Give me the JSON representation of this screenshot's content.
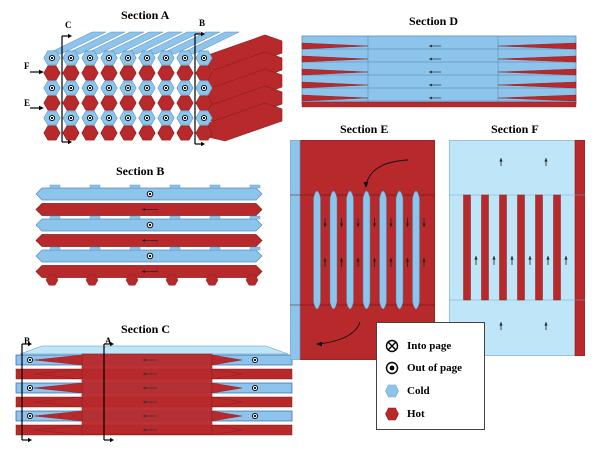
{
  "titles": {
    "a": "Section A",
    "b": "Section B",
    "c": "Section C",
    "d": "Section D",
    "e": "Section E",
    "f": "Section F"
  },
  "cut_labels": {
    "a_top_left": "C",
    "a_top_right": "B",
    "a_left_upper": "F",
    "a_left_lower": "E",
    "c_left": "B",
    "c_mid": "A"
  },
  "legend": {
    "into_page": "Into page",
    "out_of_page": "Out of page",
    "cold": "Cold",
    "hot": "Hot"
  },
  "colors": {
    "cold": "#8dc4ec",
    "hot": "#b8292b",
    "cold_light": "#bfe6f8",
    "hot_dark": "#8a1c1e"
  }
}
